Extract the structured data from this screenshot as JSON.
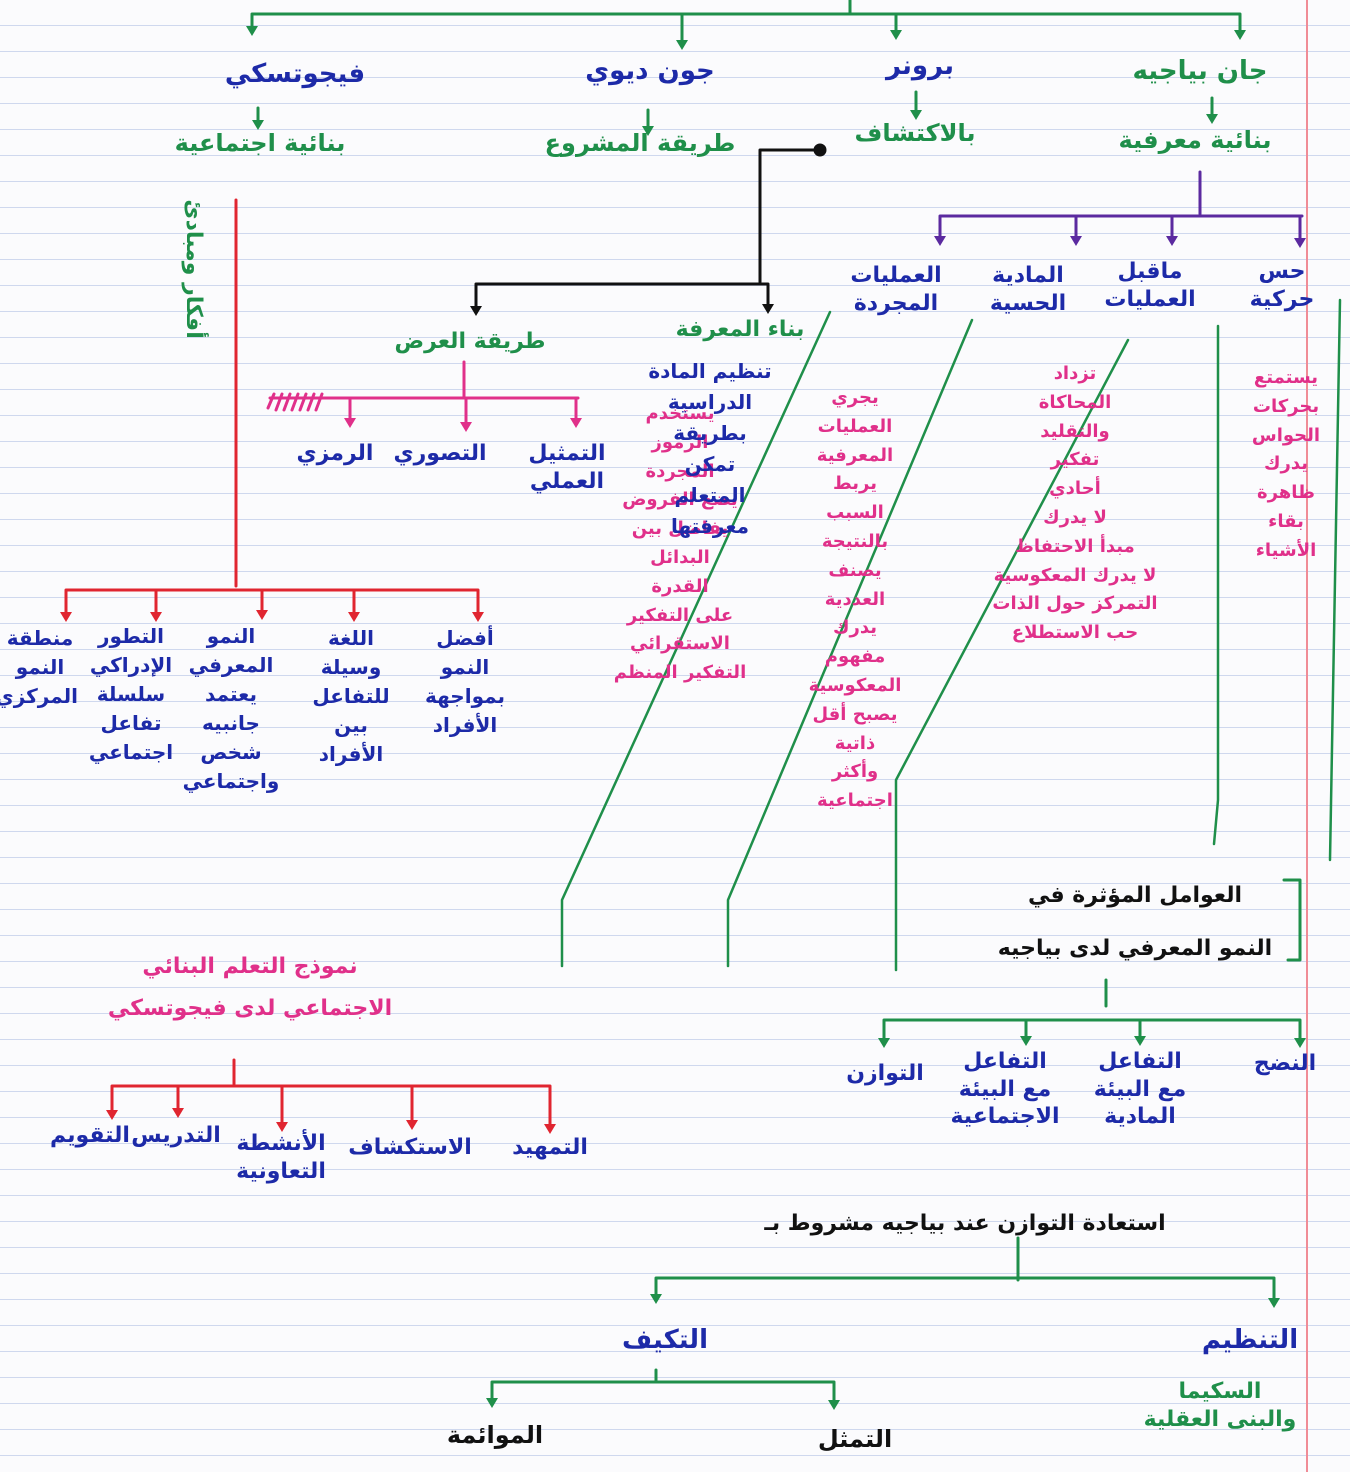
{
  "colors": {
    "green": "#1f8f4a",
    "blue": "#1d2aa8",
    "magenta": "#e0308a",
    "red": "#e02530",
    "purple": "#5b2aa0",
    "black": "#111111",
    "rule": "#cfd8ee",
    "margin": "#f08c96"
  },
  "theorists": [
    {
      "name": "جان بياجيه",
      "theory": "بنائية معرفية"
    },
    {
      "name": "برونر",
      "theory": "بالاكتشاف"
    },
    {
      "name": "جون ديوي",
      "theory": "طريقة المشروع"
    },
    {
      "name": "فيجوتسكي",
      "theory": "بنائية اجتماعية"
    }
  ],
  "piaget_stages": [
    {
      "title": "حس\nحركية",
      "details": "يستمتع\nبحركات\nالحواس\nيدرك\nظاهرة\nبقاء\nالأشياء"
    },
    {
      "title": "ماقبل\nالعمليات",
      "details": "تزداد\nالمحاكاة\nوالتقليد\nتفكير\nأحادي\nلا يدرك\nمبدأ الاحتفاظ\nلا يدرك المعكوسية\nالتمركز حول الذات\nحب الاستطلاع"
    },
    {
      "title": "المادية\nالحسية",
      "details": "يجري\nالعمليات\nالمعرفية\nيربط\nالسبب\nبالنتيجة\nيصنف\nالعددية\nيدرك\nمفهوم\nالمعكوسية\nيصبح أقل\nذاتية\nوأكثر\nاجتماعية"
    },
    {
      "title": "العمليات\nالمجردة",
      "details": "يستخدم\nالرموز\nالمجردة\nيضع الفروض\nيفاضل بين\nالبدائل\nالقدرة\nعلى التفكير\nالاستقرائي\nالتفكير المنظم"
    }
  ],
  "bruner": {
    "knowledge": {
      "title": "بناء المعرفة",
      "details": "تنظيم المادة\nالدراسية\nبطريقة\nتمكن\nالمتعلم\nمعرفتها"
    },
    "method": {
      "title": "طريقة العرض",
      "items": [
        "التمثيل\nالعملي",
        "التصوري",
        "الرمزي"
      ]
    }
  },
  "vygotsky": {
    "branch_label": "أفكار ومبادئ",
    "principles": [
      "أفضل\nالنمو\nبمواجهة\nالأفراد",
      "اللغة\nوسيلة\nللتفاعل\nبين\nالأفراد",
      "النمو\nالمعرفي\nيعتمد\nجانبيه\nشخص\nواجتماعي",
      "التطور\nالإدراكي\nسلسلة\nتفاعل\nاجتماعي",
      "منطقة\nالنمو\nالمركزي"
    ],
    "model_title": "نموذج التعلم البنائي\nالاجتماعي لدى فيجوتسكي",
    "model_steps": [
      "التمهيد",
      "الاستكشاف",
      "الأنشطة\nالتعاونية",
      "التدريس",
      "التقويم"
    ]
  },
  "factors": {
    "title": "العوامل المؤثرة في\nالنمو المعرفي لدى بياجيه",
    "items": [
      "النضج",
      "التفاعل\nمع البيئة\nالمادية",
      "التفاعل\nمع البيئة\nالاجتماعية",
      "التوازن"
    ]
  },
  "equilibrium": {
    "title": "استعادة التوازن عند بياجيه مشروط بـ",
    "organization": "التنظيم",
    "organization_sub": "السكيما\nوالبنى العقلية",
    "adaptation": "التكيف",
    "adaptation_items": [
      "التمثل",
      "الموائمة"
    ]
  }
}
